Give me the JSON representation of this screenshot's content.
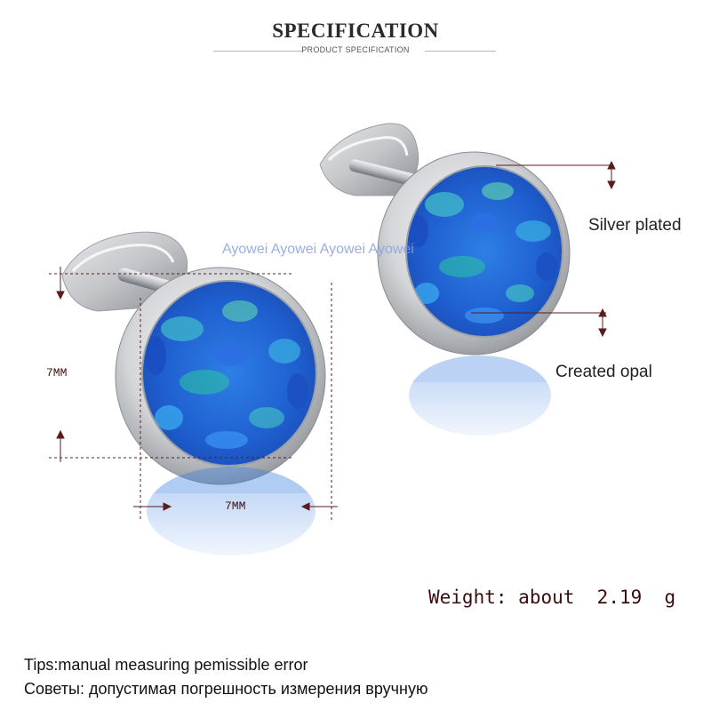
{
  "header": {
    "title": "SPECIFICATION",
    "subtitle": "PRODUCT SPECIFICATION"
  },
  "watermark": "Ayowei Ayowei Ayowei Ayowei",
  "labels": {
    "material": "Silver plated",
    "stone": "Created opal"
  },
  "dimensions": {
    "height": "7MM",
    "width": "7MM"
  },
  "weight": {
    "label": "Weight:",
    "value": "about  2.19  g"
  },
  "tips": {
    "en": "Tips:manual measuring pemissible error",
    "ru": "Советы: допустимая погрешность измерения вручную"
  },
  "colors": {
    "opal_blue": "#2a6fd8",
    "opal_green": "#2fb7a0",
    "silver": "#cfd2d6",
    "annotation": "#5a1c1c"
  }
}
